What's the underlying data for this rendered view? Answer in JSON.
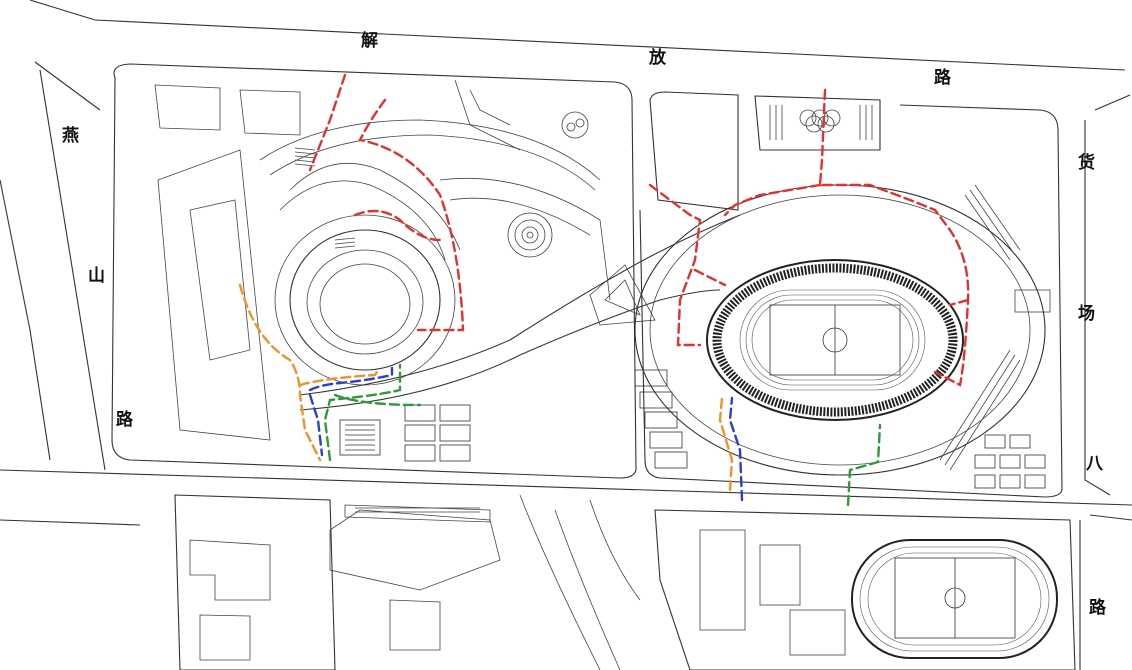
{
  "road_labels": {
    "jiefang_1": "解",
    "jiefang_2": "放",
    "jiefang_3": "路",
    "yanshan_1": "燕",
    "yanshan_2": "山",
    "yanshan_3": "路",
    "huochang_1": "货",
    "huochang_2": "场",
    "huochang_3": "八",
    "huochang_4": "路"
  },
  "route_colors": {
    "red": "#e0322e",
    "orange": "#f0922a",
    "blue": "#2a3fd0",
    "green": "#2e9a3a"
  }
}
